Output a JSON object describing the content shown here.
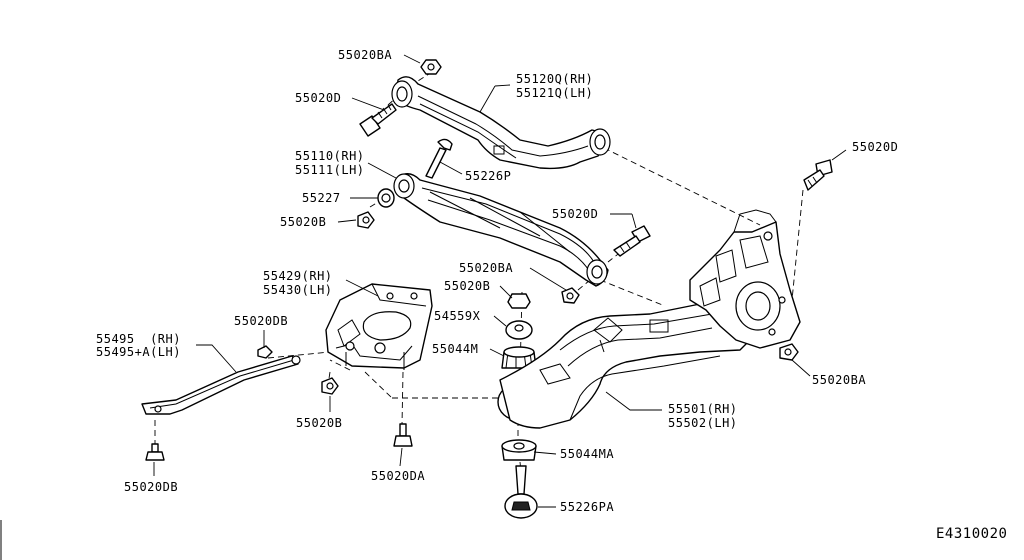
{
  "diagram_id": "E4310020",
  "labels": {
    "bolt_55020BA_top": "55020BA",
    "bolt_55020D_left": "55020D",
    "arm_upper_rh": "55120Q(RH)",
    "arm_upper_lh": "55121Q(LH)",
    "arm_lower_rh": "55110(RH)",
    "arm_lower_lh": "55111(LH)",
    "bolt_55226P": "55226P",
    "bushing_55227": "55227",
    "nut_55020B_left": "55020B",
    "bolt_55020D_mid": "55020D",
    "bolt_55020D_right": "55020D",
    "nut_55020BA_mid": "55020BA",
    "bracket_rh": "55429(RH)",
    "bracket_lh": "55430(LH)",
    "nut_55020B_mid": "55020B",
    "washer_54559X": "54559X",
    "insulator_55044M": "55044M",
    "link_rh": "55495  (RH)",
    "link_lh": "55495+A(LH)",
    "bolt_55020DB_top": "55020DB",
    "nut_55020BA_right": "55020BA",
    "member_rh": "55501(RH)",
    "member_lh": "55502(LH)",
    "nut_55020B_bottom": "55020B",
    "insulator_55044MA": "55044MA",
    "bolt_55020DA": "55020DA",
    "bolt_55226PA": "55226PA",
    "bolt_55020DB_bottom": "55020DB"
  }
}
